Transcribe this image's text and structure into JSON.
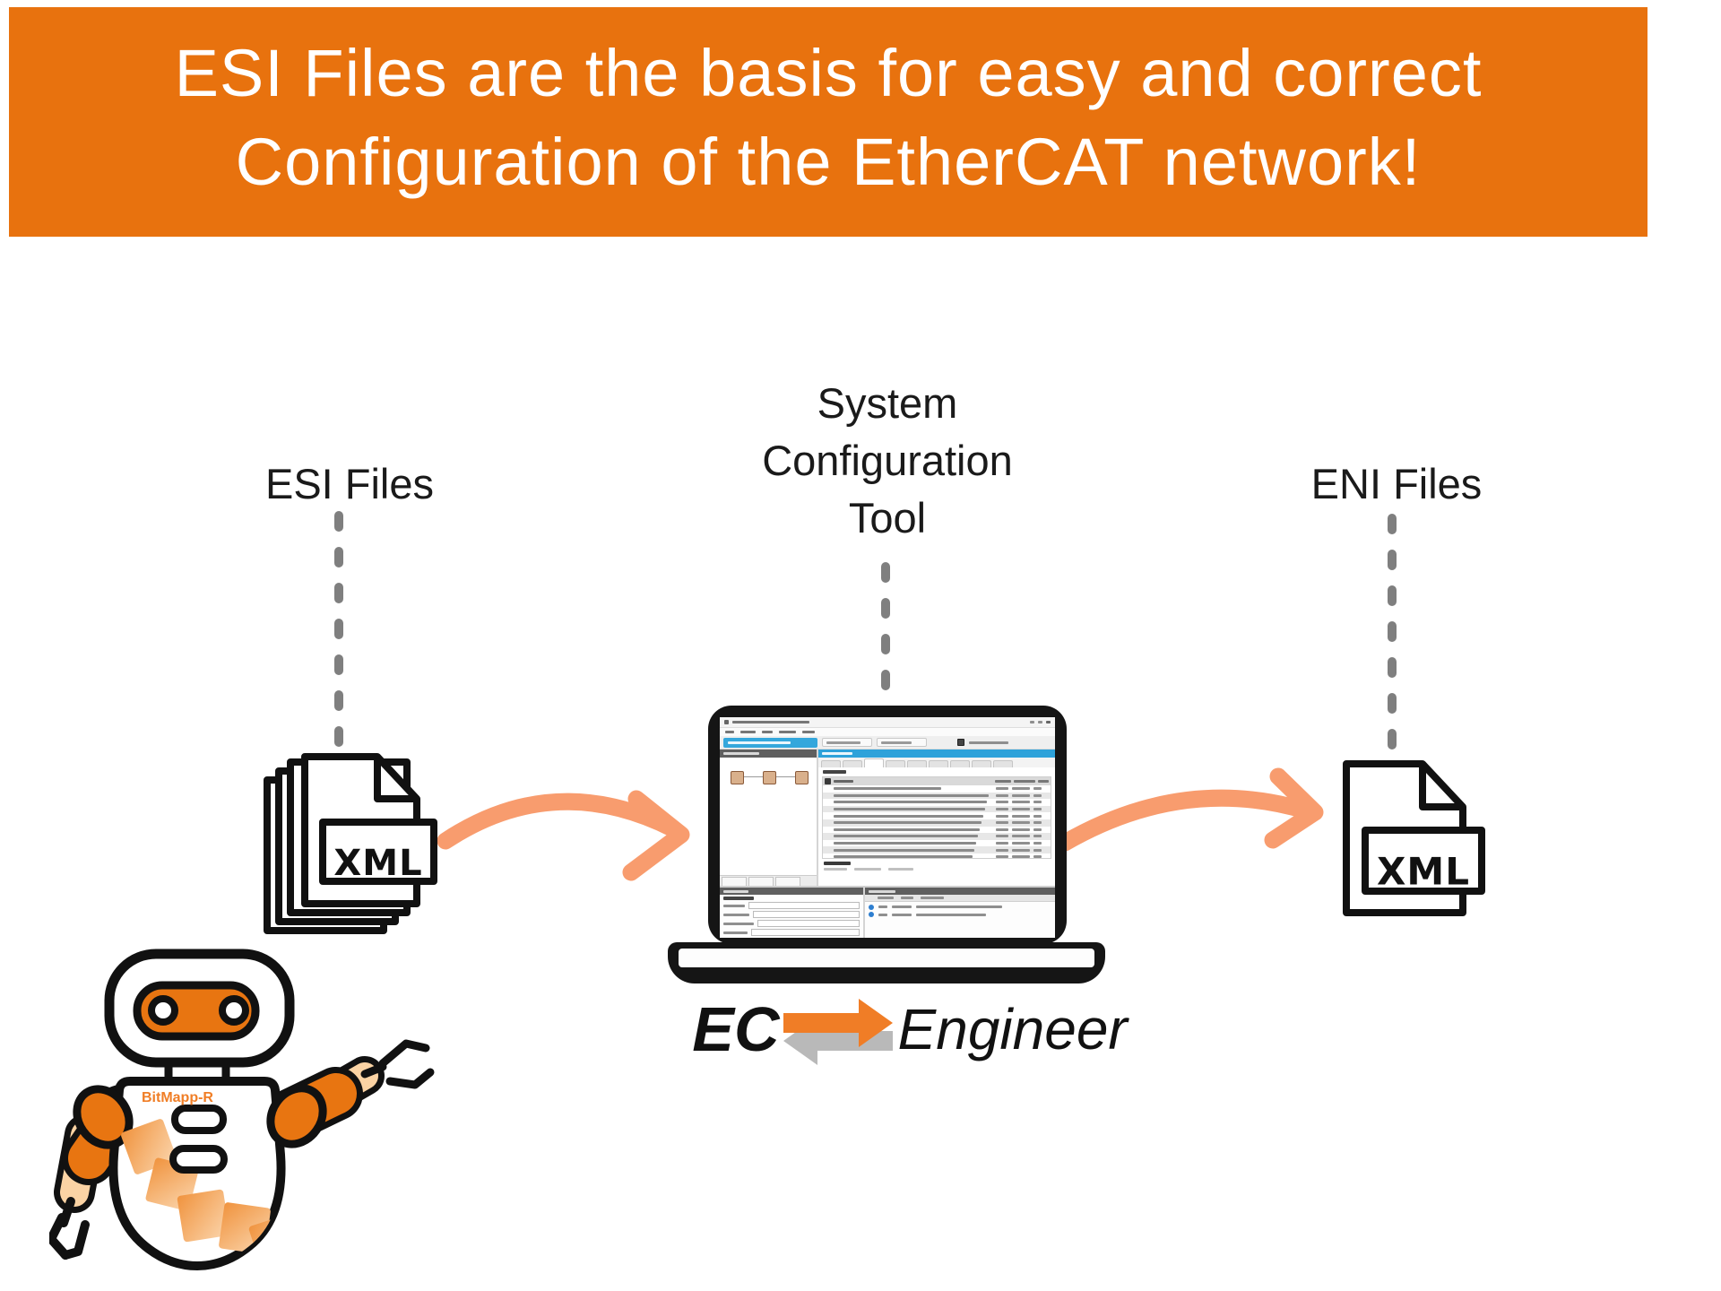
{
  "banner": {
    "line1": "ESI Files are the basis for easy and correct",
    "line2": "Configuration of the EtherCAT network!",
    "bg_color": "#E8720E",
    "text_color": "#FFFFFF"
  },
  "diagram": {
    "esi": {
      "label": "ESI Files",
      "file_type": "XML"
    },
    "tool": {
      "label_line1": "System",
      "label_line2": "Configuration",
      "label_line3": "Tool"
    },
    "eni": {
      "label": "ENI Files",
      "file_type": "XML"
    },
    "arrow_color": "#F89C6E",
    "dotted_line_color": "#7F7F7F"
  },
  "logo": {
    "ec": "EC",
    "engineer": "Engineer",
    "orange_arrow_color": "#F07D26",
    "gray_arrow_color": "#B9B9B9"
  },
  "robot": {
    "name": "BitMapp-R",
    "orange": "#E87511",
    "skin": "#FBD3A4"
  },
  "laptop": {
    "accent_blue": "#2EA2DA",
    "variable_rows": 12,
    "message_rows": 2,
    "tab_count": 9,
    "menu_items": 5,
    "prop_rows": 5,
    "left_tabs": 3
  }
}
